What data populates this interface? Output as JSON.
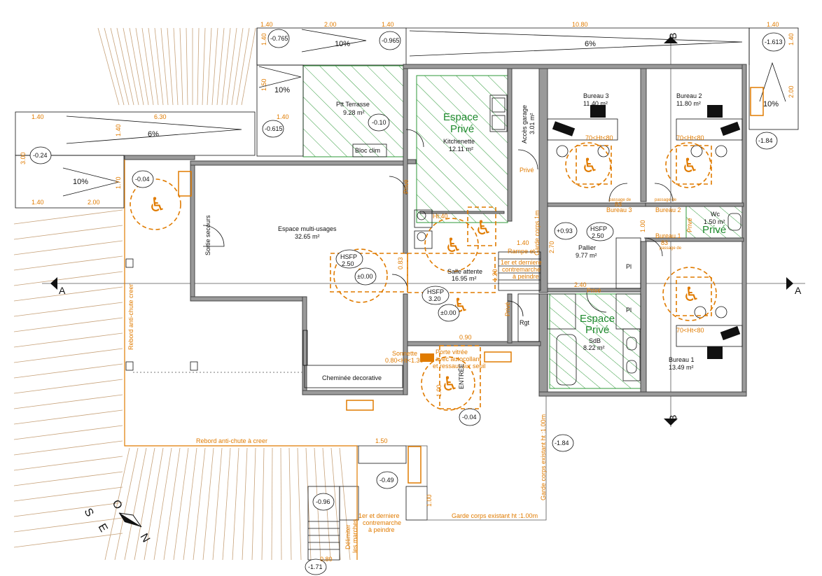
{
  "rooms": {
    "ptt_terrasse": "Ptt Terrasse",
    "ptt_terrasse_area": "9.28 m²",
    "kitchenette": "Kitchenette",
    "kitchenette_area": "12.11 m²",
    "espace_multi": "Espace multi-usages",
    "espace_multi_area": "32.65 m²",
    "salle_attente": "Salle attente",
    "salle_attente_area": "16.95 m²",
    "bureau3": "Bureau 3",
    "bureau3_area": "11.40 m²",
    "bureau2": "Bureau 2",
    "bureau2_area": "11.80 m²",
    "bureau1": "Bureau 1",
    "bureau1_area": "13.49 m²",
    "pallier": "Pallier",
    "pallier_area": "9.77 m²",
    "sdb": "SdB",
    "sdb_area": "8.22 m²",
    "wc": "Wc",
    "wc_area": "1.50 m²",
    "rgt": "Rgt",
    "acces_garage": "Accès garage",
    "acces_garage_area": "3.01 m²",
    "cheminee": "Cheminée decorative",
    "bloc_clim": "Bloc clim",
    "sortie_secours": "Sortie secours",
    "pl1": "Pl",
    "pl2": "Pl"
  },
  "green_labels": {
    "espace": "Espace",
    "prive": "Privé",
    "prive_small": "Privé"
  },
  "levels": [
    "-0.765",
    "-0.965",
    "-1.613",
    "-0.615",
    "-0.10",
    "-0.24",
    "-0.04",
    "+0.93",
    "±0.00",
    "±0.00",
    "-0.04",
    "-1.84",
    "-1.84",
    "-0.49",
    "-0.96",
    "-1.71"
  ],
  "slopes": [
    "10%",
    "6%",
    "10%",
    "6%",
    "10%",
    "10%"
  ],
  "dims": {
    "top": [
      "1.40",
      "2.00",
      "1.40",
      "10.80",
      "1.40"
    ],
    "left_row": [
      "1.40",
      "6.30",
      "1.40"
    ],
    "left_row2": [
      "1.40",
      "2.00"
    ],
    "vertical": [
      "1.40",
      "1.50",
      "1.40",
      "3.00",
      "1.70",
      "2.00",
      "1.40"
    ],
    "middle": [
      "1.40",
      "2.70",
      "1.00",
      "2.40",
      "1.20",
      "0.83",
      "0.90",
      "1.50",
      "1.00",
      "1.00",
      "83",
      "83",
      "0.80"
    ]
  },
  "orange_notes": {
    "hsfp1": "HSFP",
    "hsfp1_val": "2.50",
    "hsfp2": "HSFP",
    "hsfp2_val": "3.20",
    "hsfp3": "HSFP",
    "hsfp3_val": "2.50",
    "rebord_vertical": "Rebord anti-chute creer",
    "rebord_horizontal": "Rebord anti-chute à creer",
    "garde_corps_v": "Garde corps existant ht :1.00m",
    "garde_corps_h": "Garde corps existant ht :1.00m",
    "garde_corps_1m": "Garde corps 1m",
    "rampe": "Rampe et",
    "contremarche_1": "1er et derniere",
    "contremarche_2": "contremarche",
    "contremarche_3": "à peindre",
    "contremarche_b1": "1er et derniere",
    "contremarche_b2": "contremarche",
    "contremarche_b3": "à peindre",
    "porte_vitree_1": "Porte vitrée",
    "porte_vitree_2": "avec autocollant",
    "porte_vitree_3": "et ressaut sur seuil",
    "entree": "ENTRÉE",
    "sonnette": "Sonnette",
    "sonnette_ht": "0.80<Ht<1.30",
    "ht_bureau": "70<Ht<80",
    "passage": "passage de",
    "delimiter_1": "Délimiter",
    "delimiter_2": "les marches",
    "ht_btn": "Ht:40",
    "bureau3_o": "Bureau 3",
    "bureau2_o": "Bureau 2",
    "bureau1_o": "Bureau 1",
    "prive_o": "Privé"
  },
  "compass": {
    "s": "S",
    "e": "E",
    "o": "O",
    "n": "N"
  },
  "section_marks": {
    "a_left": "A",
    "a_right": "A",
    "b_top": "B",
    "b_bottom": "B"
  },
  "colors": {
    "wall": "#9a9a9a",
    "orange": "#e07b00",
    "green": "#1f8a2e",
    "hatch": "#2f9a3a"
  }
}
